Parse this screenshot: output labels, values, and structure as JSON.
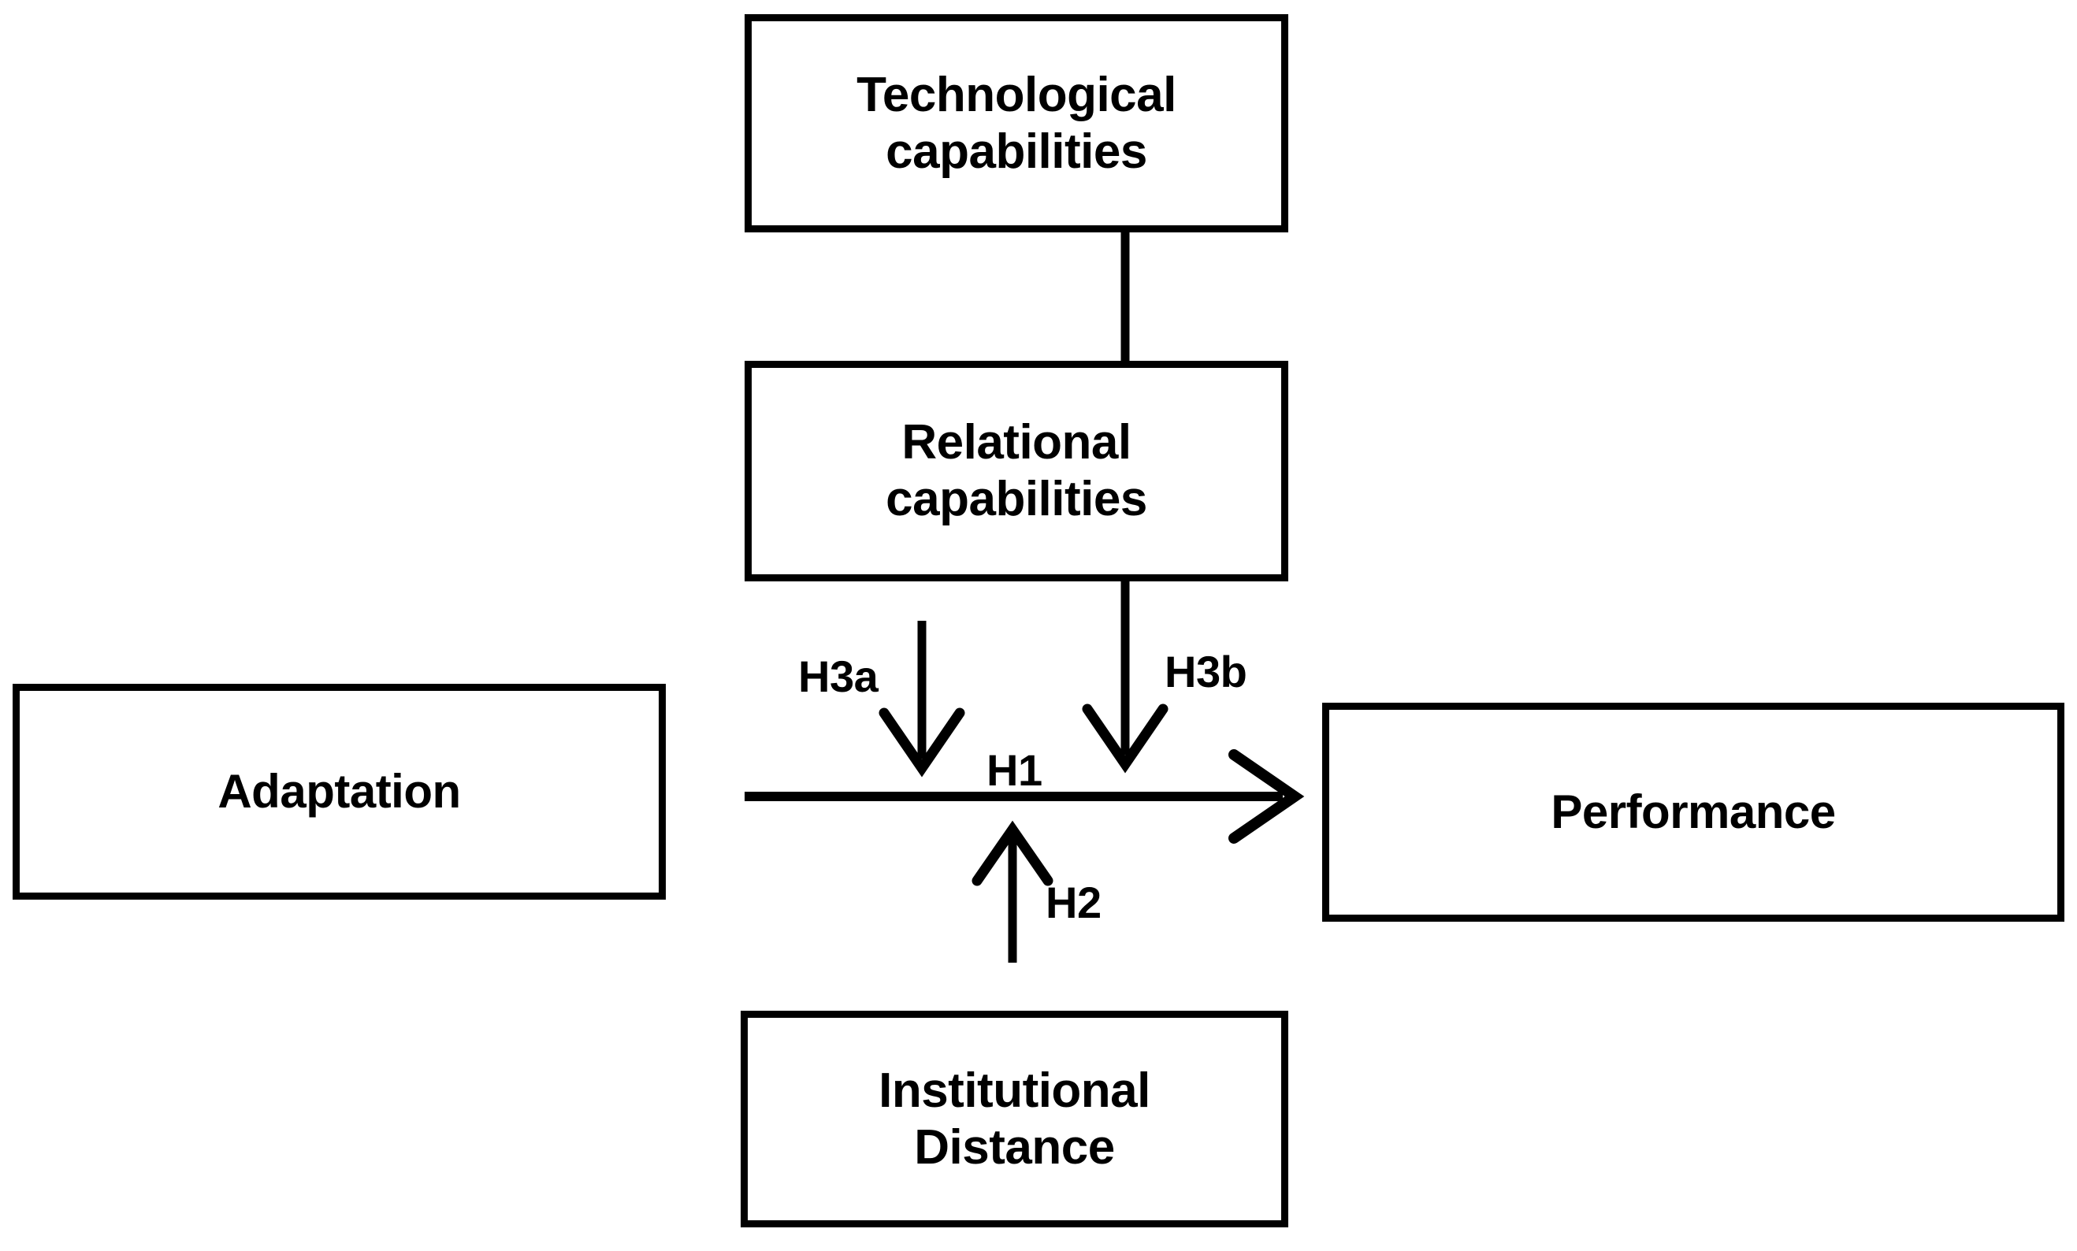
{
  "diagram": {
    "type": "conceptual-research-model",
    "background_color": "#ffffff",
    "line_color": "#000000",
    "nodes": [
      {
        "id": "technological-capabilities",
        "label": "Technological\ncapabilities"
      },
      {
        "id": "relational-capabilities",
        "label": "Relational\ncapabilities"
      },
      {
        "id": "adaptation",
        "label": "Adaptation"
      },
      {
        "id": "performance",
        "label": "Performance"
      },
      {
        "id": "institutional-distance",
        "label": "Institutional\nDistance"
      }
    ],
    "edges": [
      {
        "id": "tech-to-relational",
        "label": "",
        "from": "technological-capabilities",
        "to": "relational-capabilities",
        "arrowhead": false
      },
      {
        "id": "h3a",
        "label": "H3a",
        "from": "relational-capabilities",
        "to": "h1-path",
        "arrowhead": true
      },
      {
        "id": "h3b",
        "label": "H3b",
        "from": "relational-capabilities",
        "to": "h1-path",
        "arrowhead": true
      },
      {
        "id": "h1",
        "label": "H1",
        "from": "adaptation",
        "to": "performance",
        "arrowhead": true
      },
      {
        "id": "h2",
        "label": "H2",
        "from": "institutional-distance",
        "to": "h1-path",
        "arrowhead": true
      }
    ]
  }
}
